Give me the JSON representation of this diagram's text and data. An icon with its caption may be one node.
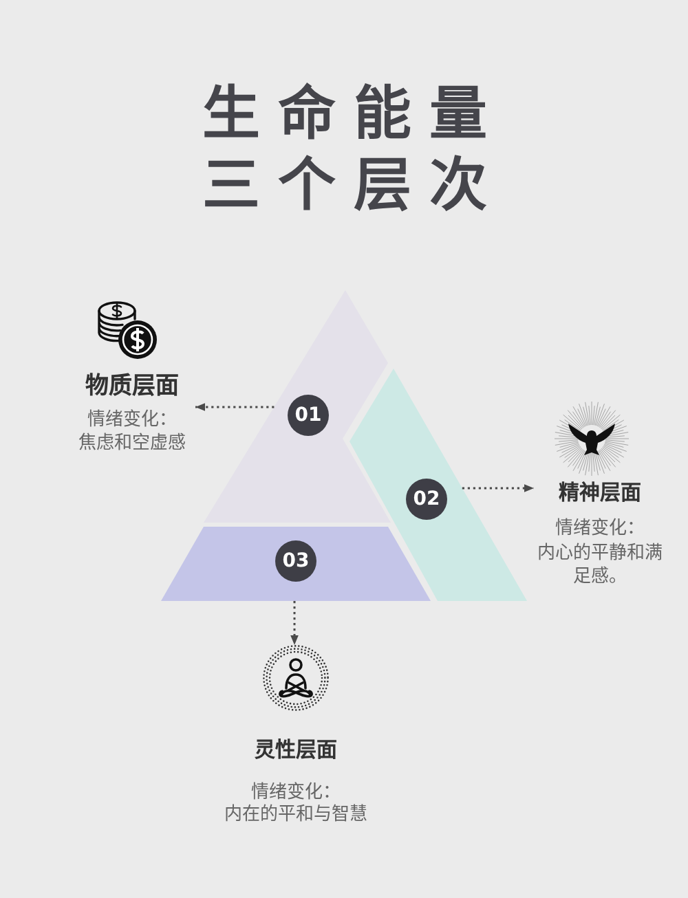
{
  "diagram": {
    "title": "生命能量三个层次",
    "nodes": [
      {
        "text": [],
        "shape": "triangle"
      },
      {
        "text": [
          "01"
        ],
        "in": 0
      },
      {
        "text": [
          "物质层面",
          "情绪变化：",
          "焦虑和空虚感"
        ]
      },
      {
        "text": [],
        "shape": "band"
      },
      {
        "text": [
          "02"
        ],
        "in": 3
      },
      {
        "text": [
          "精神层面",
          "情绪变化：",
          "内心的平静和满足感。"
        ]
      },
      {
        "text": [],
        "shape": "trapezoid"
      },
      {
        "text": [
          "03"
        ],
        "in": 6
      },
      {
        "text": [
          "灵性层面",
          "情绪变化：",
          "内在的平和与智慧"
        ]
      }
    ],
    "edges": [
      {
        "from": 0,
        "to": 2,
        "arrow": "to",
        "style": "dashed"
      },
      {
        "from": 3,
        "to": 5,
        "arrow": "to",
        "style": "dashed"
      },
      {
        "from": 6,
        "to": 8,
        "arrow": "to",
        "style": "dashed"
      }
    ]
  }
}
